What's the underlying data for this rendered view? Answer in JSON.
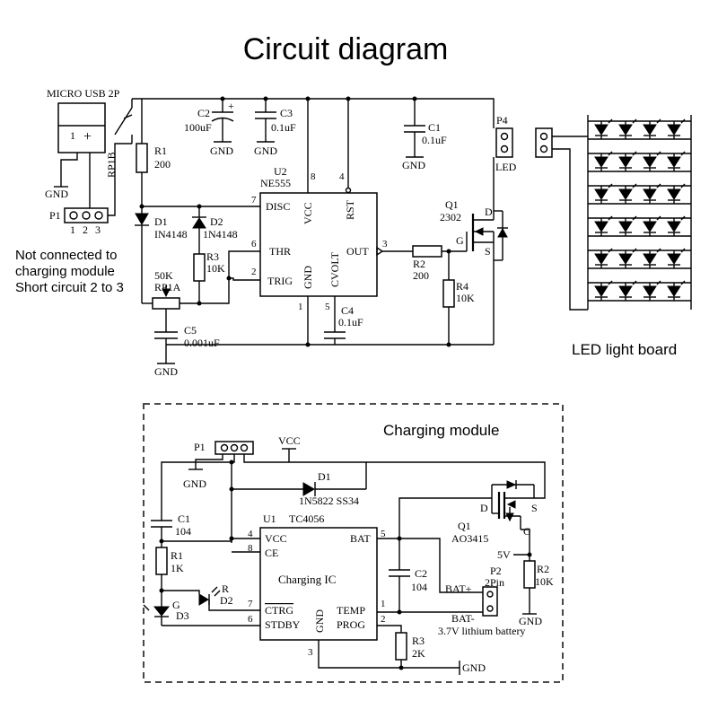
{
  "title": "Circuit diagram",
  "labels": {
    "usb": "MICRO USB 2P",
    "rp1b": "RP1B",
    "gnd": "GND",
    "p1": "P1",
    "p1_pins": [
      "1",
      "2",
      "3"
    ],
    "note_line1": "Not connected to",
    "note_line2": "charging module",
    "note_line3": "Short circuit 2 to 3",
    "r1": "R1",
    "r1_val": "200",
    "c2": "C2",
    "c2_val": "100uF",
    "c3": "C3",
    "c3_val": "0.1uF",
    "d1": "D1",
    "d1_val": "IN4148",
    "d2": "D2",
    "d2_val": "1N4148",
    "u2": "U2",
    "u2_val": "NE555",
    "disc": "DISC",
    "vcc": "VCC",
    "rst": "RST",
    "thr": "THR",
    "trig": "TRIG",
    "gnd_pin": "GND",
    "cvolt": "CVOLT",
    "out": "OUT",
    "p7": "7",
    "p8": "8",
    "p4n": "4",
    "p6": "6",
    "p2n": "2",
    "p1n": "1",
    "p5": "5",
    "p3": "3",
    "r3": "R3",
    "r3_val": "10K",
    "rp1a_val": "50K",
    "rp1a": "RP1A",
    "c5": "C5",
    "c5_val": "0.001uF",
    "c4": "C4",
    "c4_val": "0.1uF",
    "r2": "R2",
    "r2_val": "200",
    "r4": "R4",
    "r4_val": "10K",
    "c1": "C1",
    "c1_val": "0.1uF",
    "p4": "P4",
    "led": "LED",
    "q1": "Q1",
    "q1_val": "2302",
    "d": "D",
    "g": "G",
    "s": "S",
    "led_board": "LED light board"
  },
  "charging": {
    "title": "Charging module",
    "p1": "P1",
    "vcc": "VCC",
    "gnd": "GND",
    "d1": "D1",
    "d1_val": "1N5822 SS34",
    "c1": "C1",
    "c1_val": "104",
    "u1": "U1",
    "u1_val": "TC4056",
    "vcc_pin": "VCC",
    "ce": "CE",
    "bat_pin": "BAT",
    "ctrg": "CTRG",
    "stdby": "STDBY",
    "temp": "TEMP",
    "prog": "PROG",
    "gnd_pin": "GND",
    "ic_label": "Charging IC",
    "n4": "4",
    "n8": "8",
    "n7": "7",
    "n6": "6",
    "n5": "5",
    "n1": "1",
    "n2": "2",
    "n3": "3",
    "r1": "R1",
    "r1_val": "1K",
    "r_led": "R",
    "d2": "D2",
    "g_led": "G",
    "d3": "D3",
    "c2": "C2",
    "c2_val": "104",
    "r3": "R3",
    "r3_val": "2K",
    "q1": "Q1",
    "q1_val": "AO3415",
    "d": "D",
    "s": "S",
    "g": "G",
    "v5": "5V",
    "r2": "R2",
    "r2_val": "10K",
    "p2": "P2",
    "p2_val": "2Pin",
    "bat_plus": "BAT+",
    "bat_minus": "BAT-",
    "battery": "3.7V lithium battery"
  }
}
